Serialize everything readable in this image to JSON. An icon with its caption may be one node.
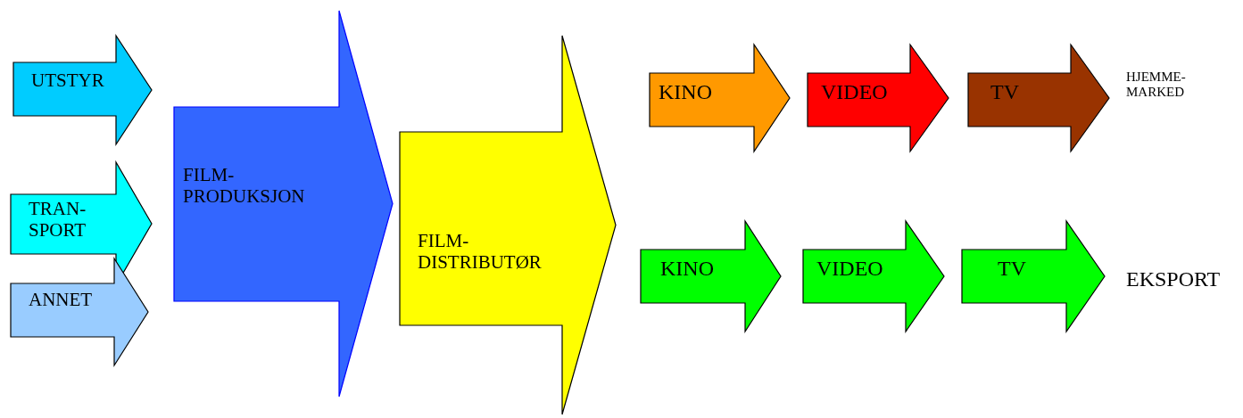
{
  "diagram": {
    "nodes": [
      {
        "text": [
          "UTSTYR"
        ]
      },
      {
        "text": [
          "TRAN- SPORT"
        ]
      },
      {
        "text": [
          "ANNET"
        ]
      },
      {
        "text": [
          "FILM- PRODUKSJON"
        ]
      },
      {
        "text": [
          "FILM- DISTRIBUTØR"
        ]
      },
      {
        "text": [
          "KINO"
        ]
      },
      {
        "text": [
          "VIDEO"
        ]
      },
      {
        "text": [
          "TV"
        ]
      },
      {
        "text": [
          "KINO"
        ]
      },
      {
        "text": [
          "VIDEO"
        ]
      },
      {
        "text": [
          "TV"
        ]
      }
    ],
    "labels": [
      "HJEMME- MARKED",
      "EKSPORT"
    ]
  }
}
